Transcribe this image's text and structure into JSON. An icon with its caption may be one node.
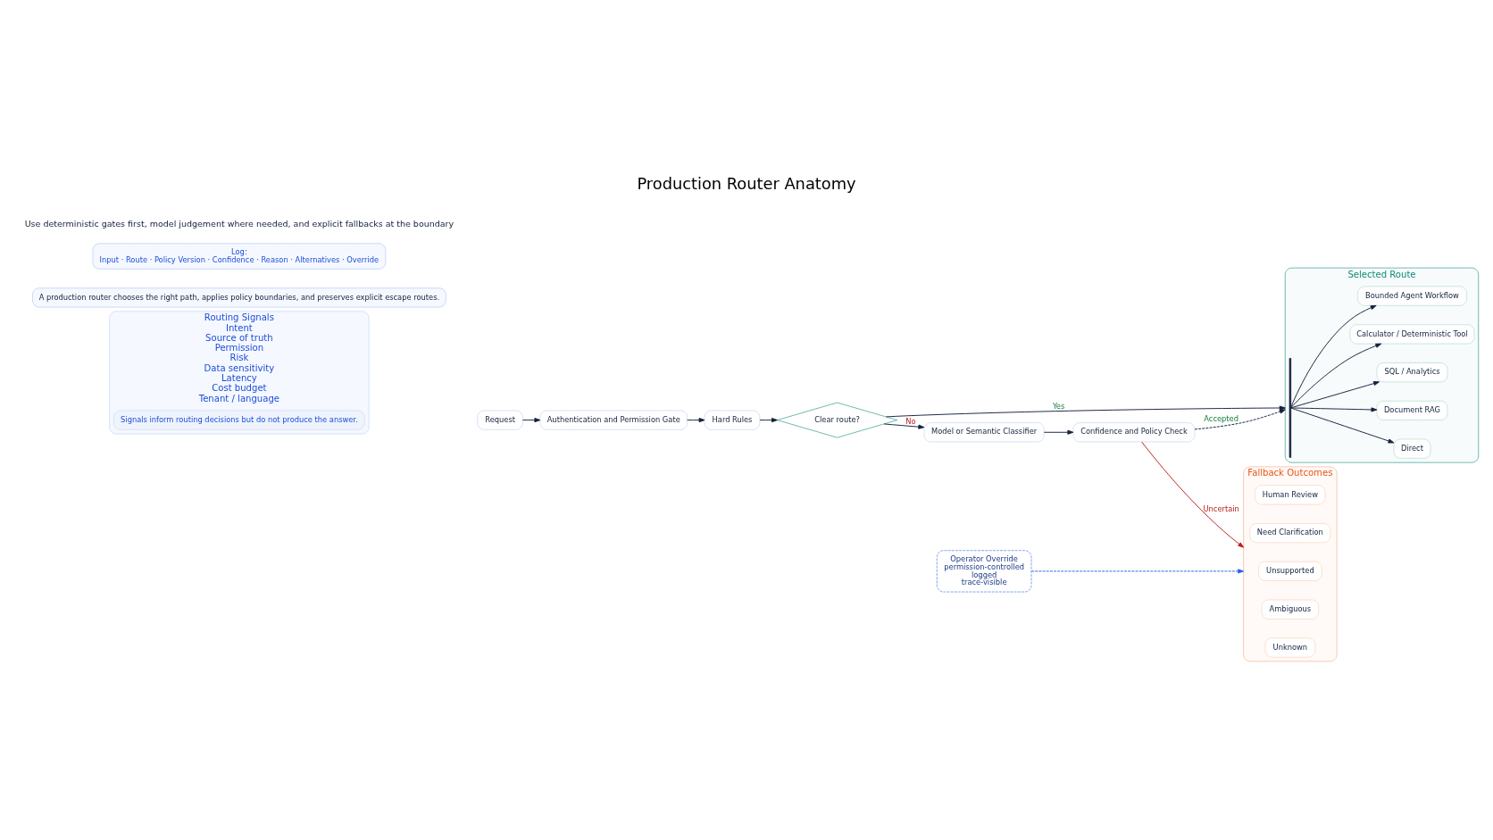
{
  "diagram": {
    "title": "Production Router Anatomy",
    "nodes": [
      {
        "text": [
          "Routing Signals",
          "Intent",
          "Source of truth",
          "Permission",
          "Risk",
          "Data sensitivity",
          "Latency",
          "Cost budget",
          "Tenant / language"
        ]
      },
      {
        "text": [
          "Signals inform routing decisions but do not produce the answer."
        ],
        "in": 0
      },
      {
        "text": [
          "Request"
        ]
      },
      {
        "text": [
          "Authentication and Permission Gate"
        ]
      },
      {
        "text": [
          "Hard Rules"
        ]
      },
      {
        "text": [
          "Clear route?"
        ]
      },
      {
        "text": [
          "Model or Semantic Classifier"
        ]
      },
      {
        "text": [
          "Confidence and Policy Check"
        ]
      },
      {
        "text": [
          "Selected Route"
        ]
      },
      {
        "text": [],
        "shape": "bar",
        "in": 8
      },
      {
        "text": [
          "Direct"
        ],
        "in": 8
      },
      {
        "text": [
          "Document RAG"
        ],
        "in": 8
      },
      {
        "text": [
          "SQL / Analytics"
        ],
        "in": 8
      },
      {
        "text": [
          "Calculator / Deterministic Tool"
        ],
        "in": 8
      },
      {
        "text": [
          "Bounded Agent Workflow"
        ],
        "in": 8
      },
      {
        "text": [
          "Operator Override",
          "permission-controlled",
          "logged",
          "trace-visible"
        ]
      },
      {
        "text": [
          "Fallback Outcomes"
        ]
      },
      {
        "text": [
          "Unknown"
        ],
        "in": 16
      },
      {
        "text": [
          "Ambiguous"
        ],
        "in": 16
      },
      {
        "text": [
          "Unsupported"
        ],
        "in": 16
      },
      {
        "text": [
          "Need Clarification"
        ],
        "in": 16
      },
      {
        "text": [
          "Human Review"
        ],
        "in": 16
      },
      {
        "text": [
          "Log:",
          "Input · Route · Policy Version · Confidence · Reason · Alternatives · Override"
        ]
      },
      {
        "text": [
          "A production router chooses the right path, applies policy boundaries, and preserves explicit escape routes."
        ]
      }
    ],
    "edges": [
      {
        "from": 2,
        "to": 3,
        "arrow": "to"
      },
      {
        "from": 3,
        "to": 4,
        "arrow": "to"
      },
      {
        "from": 4,
        "to": 5,
        "arrow": "to"
      },
      {
        "from": 5,
        "to": 8,
        "arrow": "to",
        "label": "Yes"
      },
      {
        "from": 5,
        "to": 6,
        "arrow": "to",
        "label": "No"
      },
      {
        "from": 6,
        "to": 7,
        "arrow": "to"
      },
      {
        "from": 7,
        "to": 8,
        "arrow": "to",
        "label": "Accepted",
        "style": "dashed"
      },
      {
        "from": 7,
        "to": 16,
        "arrow": "to",
        "label": "Uncertain",
        "color": "#b91c1c"
      },
      {
        "from": 15,
        "to": 16,
        "arrow": "to",
        "style": "dashed",
        "color": "#2563eb"
      },
      {
        "from": 9,
        "to": 10,
        "arrow": "to"
      },
      {
        "from": 9,
        "to": 11,
        "arrow": "to"
      },
      {
        "from": 9,
        "to": 12,
        "arrow": "to"
      },
      {
        "from": 9,
        "to": 13,
        "arrow": "to"
      },
      {
        "from": 9,
        "to": 14,
        "arrow": "to"
      }
    ],
    "labels": [
      "Use deterministic gates first, model judgement where needed, and explicit fallbacks at the boundary"
    ]
  }
}
